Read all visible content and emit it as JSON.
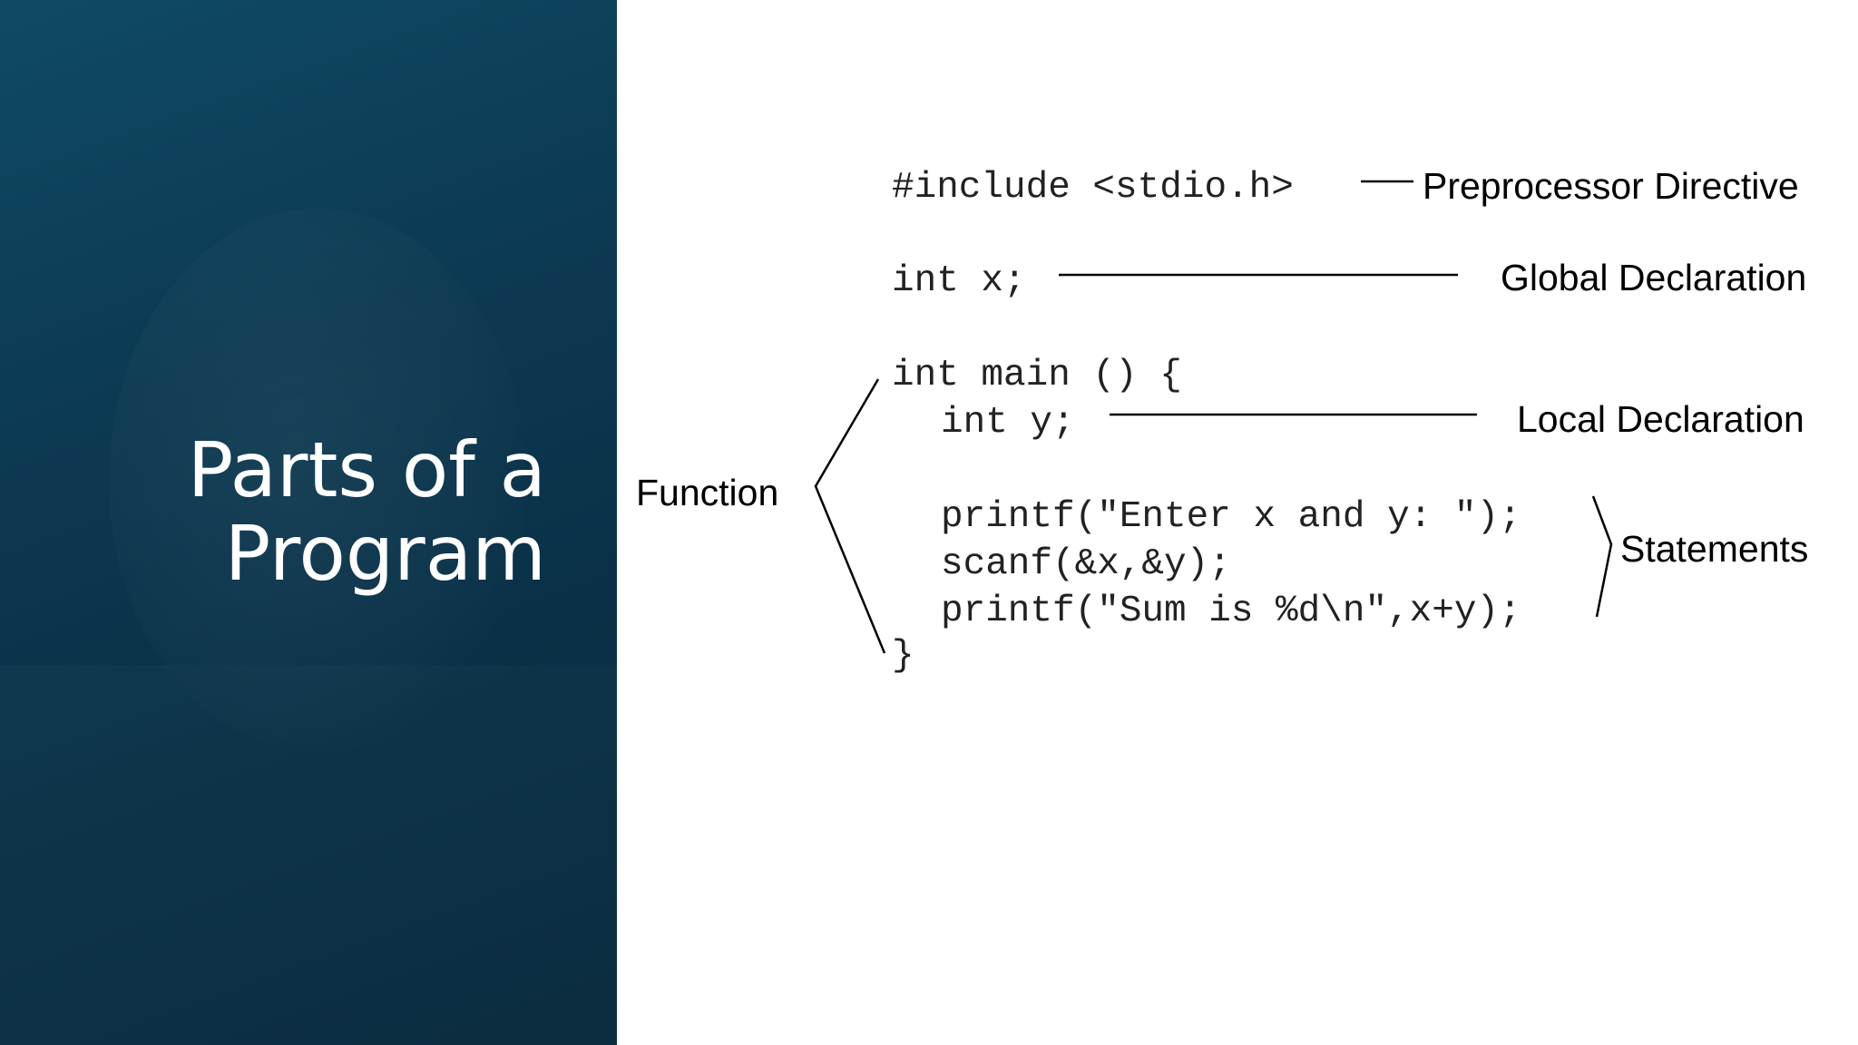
{
  "slide": {
    "title_line1": "Parts of a",
    "title_line2": "Program"
  },
  "code": {
    "include": "#include <stdio.h>",
    "global": "int x;",
    "main_open": "int main () {",
    "local": "int y;",
    "stmt1": "printf(\"Enter x and y: \");",
    "stmt2": "scanf(&x,&y);",
    "stmt3": "printf(\"Sum is %d\\n\",x+y);",
    "main_close": "}"
  },
  "labels": {
    "preprocessor": "Preprocessor Directive",
    "global": "Global Declaration",
    "local": "Local Declaration",
    "function": "Function",
    "statements": "Statements"
  },
  "colors": {
    "panel": "#0c3a52",
    "title_text": "#ffffff",
    "code_text": "#222222",
    "label_text": "#000000"
  }
}
